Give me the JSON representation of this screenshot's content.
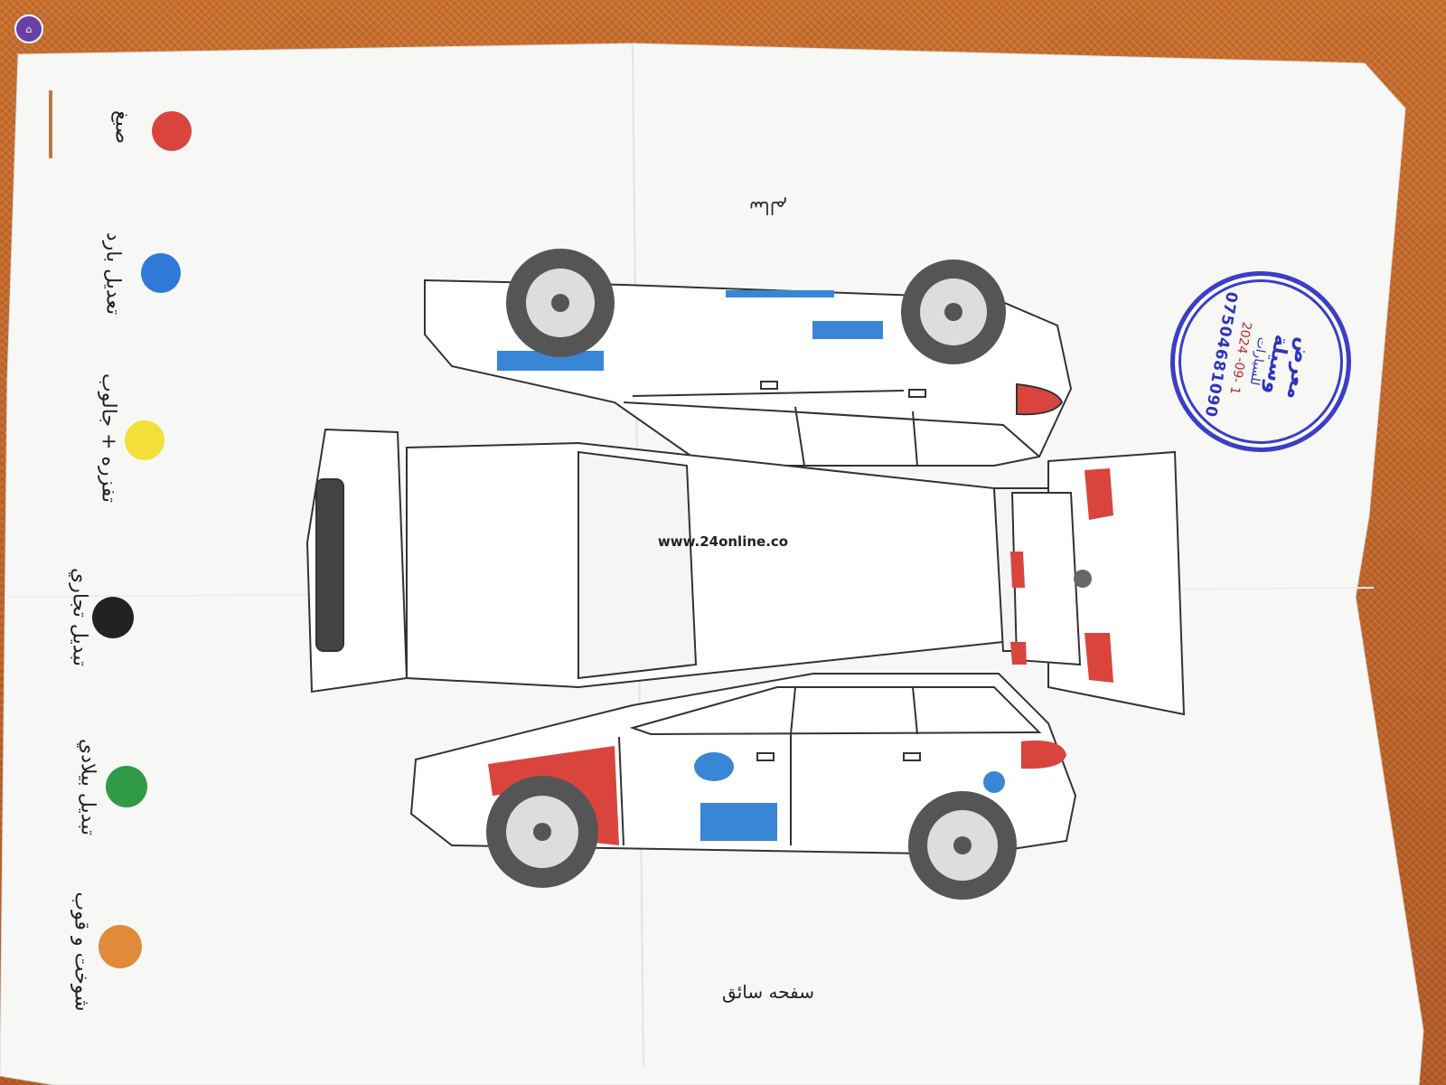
{
  "page_label": "سفحه سائق",
  "top_label": "سالم",
  "watermark": "www.24online.co",
  "legend": [
    {
      "label": "صبغ",
      "color": "#d9453c"
    },
    {
      "label": "تعديل بارد",
      "color": "#2f7ad6"
    },
    {
      "label": "تفزره + جالوب",
      "color": "#f2df38"
    },
    {
      "label": "تبديل تجاري",
      "color": "#222222"
    },
    {
      "label": "تبديل بيلادي",
      "color": "#2f9a48"
    },
    {
      "label": "شوخت و قوب",
      "color": "#e08a3a"
    }
  ],
  "stamp": {
    "line1": "معرض",
    "line2": "وسيلة",
    "line3": "للسيارات",
    "date": "2024 -09- 1",
    "phone": "07504681090"
  },
  "colors": {
    "paint": "#d9453c",
    "cold_fix": "#3a86d6",
    "tire": "#5a5a5a"
  }
}
